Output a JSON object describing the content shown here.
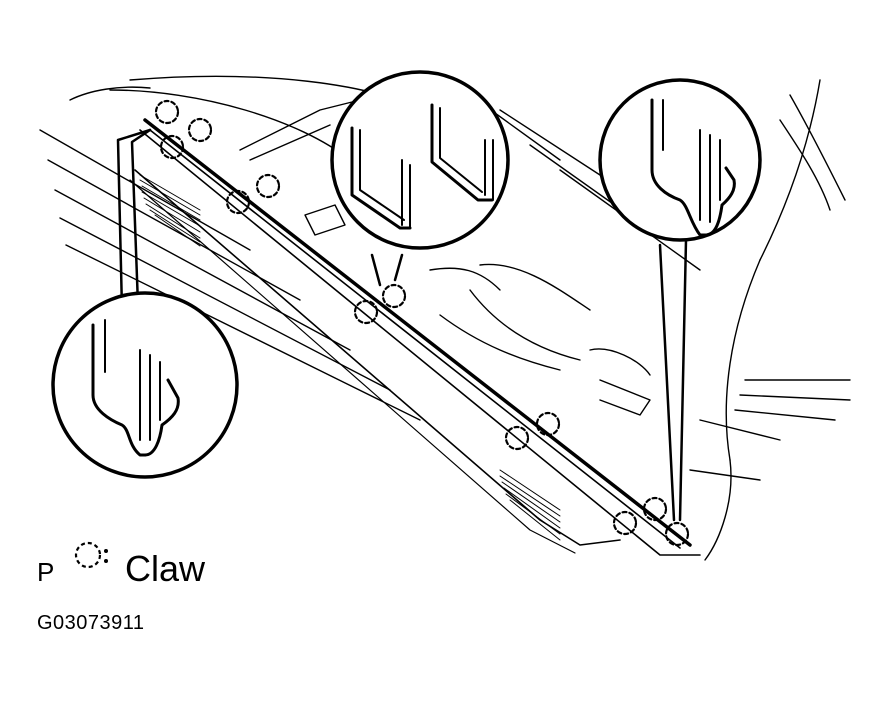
{
  "legend": {
    "prefix": "P",
    "symbol": "dashed-circle-claw-icon",
    "label": "Claw"
  },
  "figure_id": "G03073911",
  "colors": {
    "ink": "#000000",
    "paper": "#ffffff"
  }
}
